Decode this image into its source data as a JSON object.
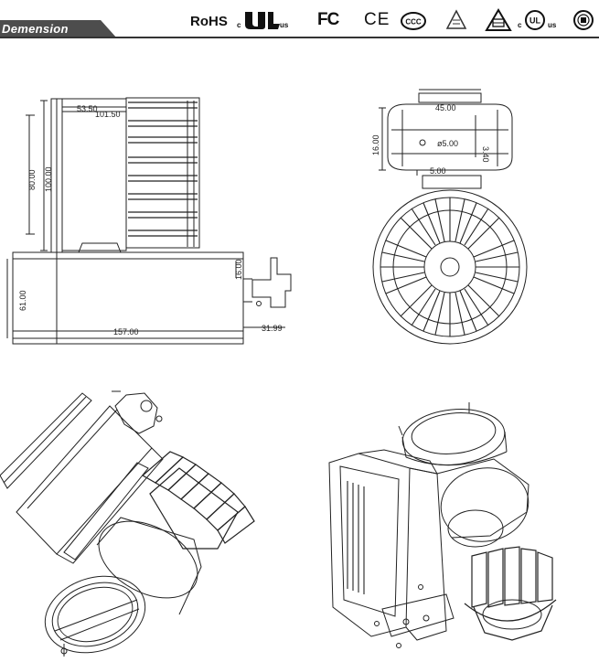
{
  "header": {
    "section_label": "Demension",
    "certifications": {
      "rohs": "RoHS",
      "ul_mark_c": "c",
      "ul_mark_us": "us",
      "fc": "FC",
      "ce": "CE",
      "ccc": "CCC",
      "cul_c": "c",
      "cul": "UL",
      "cul_us": "us"
    }
  },
  "dimensions": {
    "side_view": {
      "top_depth": "53.50",
      "head_length": "101.50",
      "inner_height": "80.00",
      "head_height": "100.00",
      "box_height": "61.00",
      "box_length": "157.00",
      "adapter_height": "16.00",
      "adapter_width": "31.99"
    },
    "front_view": {
      "top_width": "45.00",
      "pivot_hole": "ø5.00",
      "collar_height": "5.00",
      "left_height": "16.00",
      "right_height": "3.40"
    }
  }
}
